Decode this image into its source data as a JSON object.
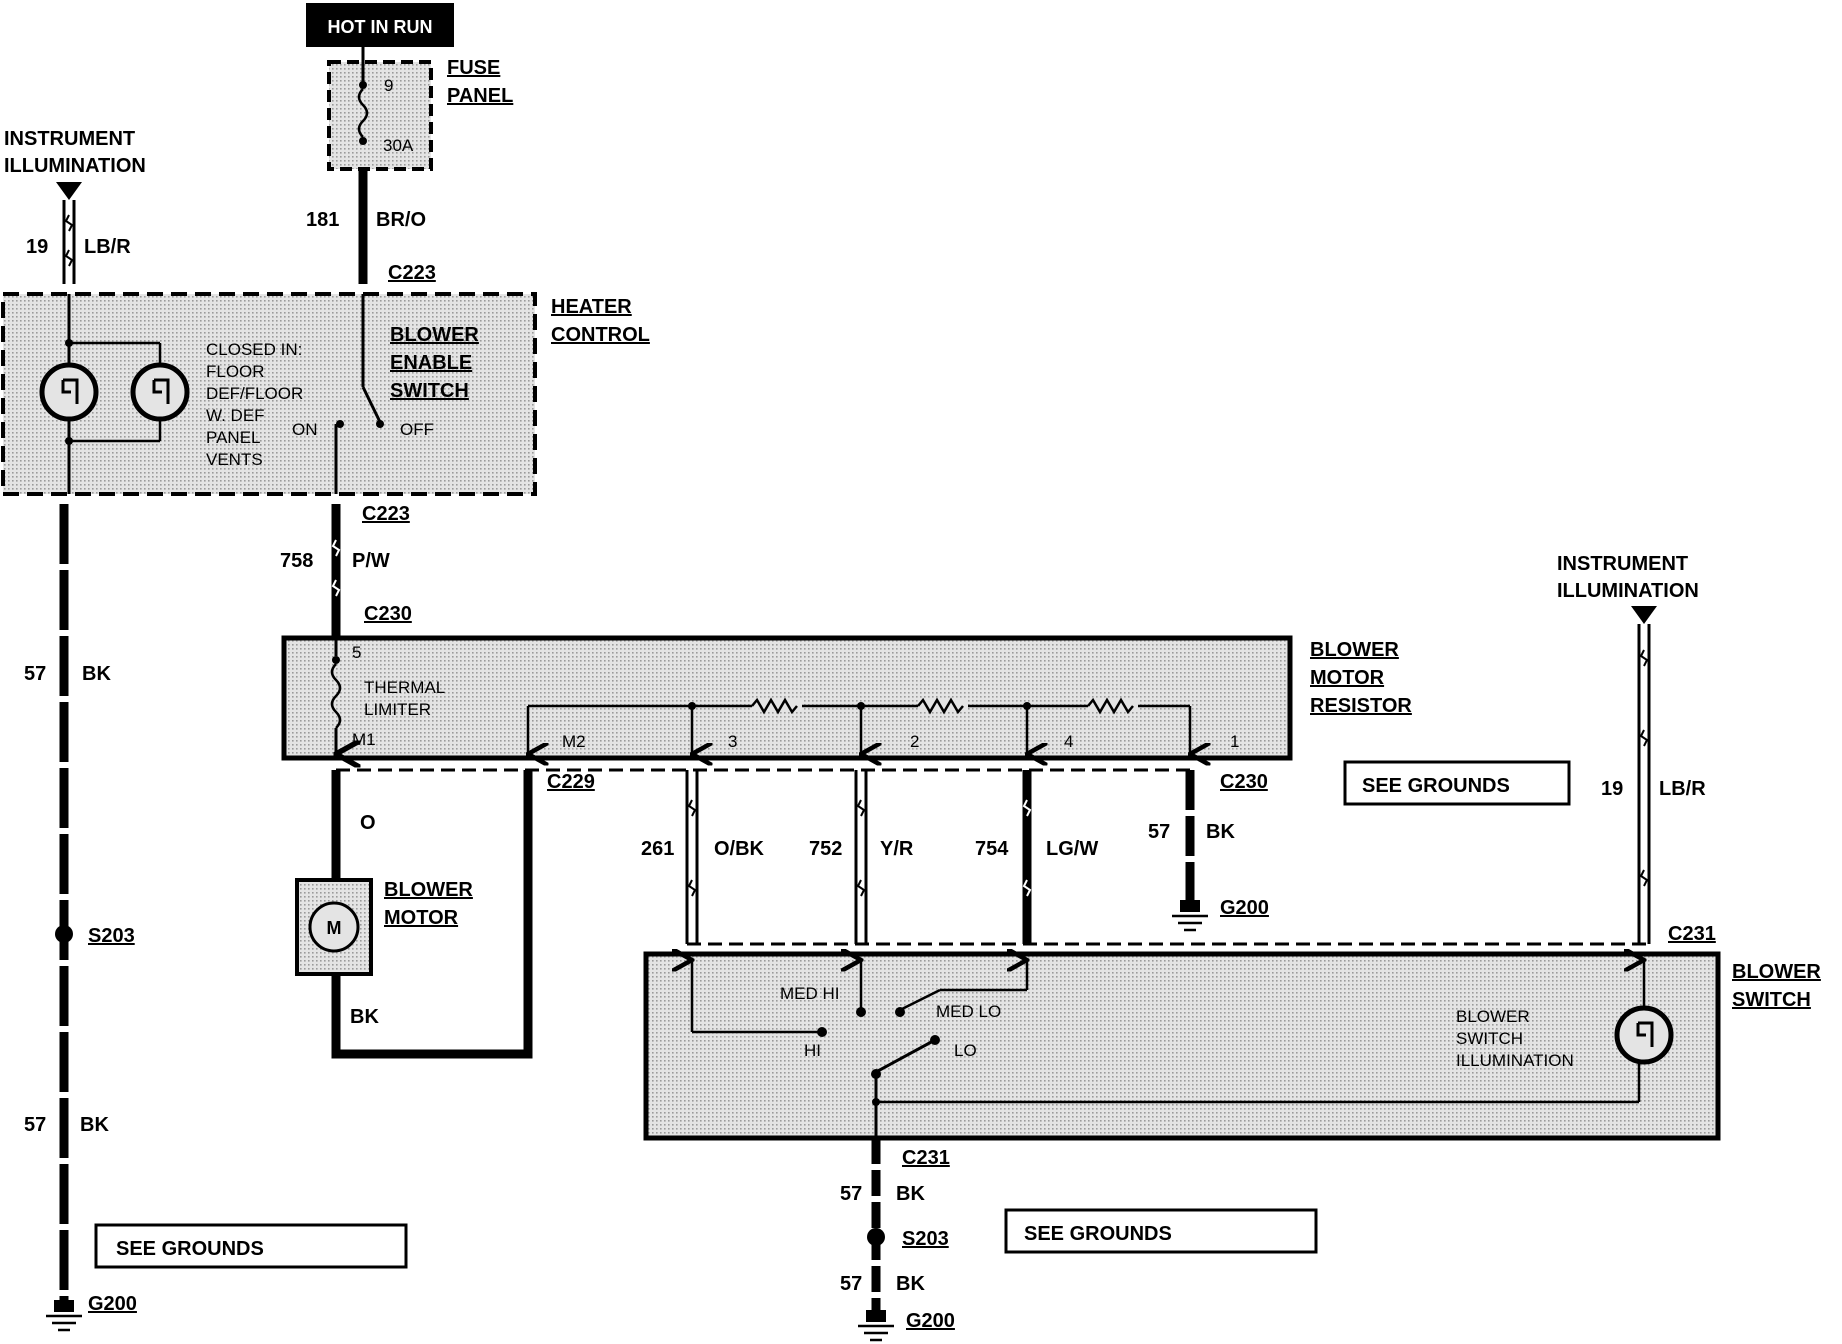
{
  "power": {
    "source": "HOT IN RUN",
    "fuse_num": "9",
    "fuse_rating": "30A",
    "panel": [
      "FUSE",
      "PANEL"
    ]
  },
  "illum_left": {
    "title": [
      "INSTRUMENT",
      "ILLUMINATION"
    ],
    "circuit": "19",
    "color": "LB/R"
  },
  "feed": {
    "circuit": "181",
    "color": "BR/O"
  },
  "connectors": {
    "c223_top": "C223",
    "c223_bot": "C223",
    "c230_top": "C230",
    "c229": "C229",
    "c230_right": "C230",
    "c231_top": "C231",
    "c231_bot": "C231"
  },
  "heater_control": {
    "title": [
      "HEATER",
      "CONTROL"
    ],
    "switch_title": [
      "BLOWER",
      "ENABLE",
      "SWITCH"
    ],
    "closed_in": [
      "CLOSED IN:",
      "FLOOR",
      "DEF/FLOOR",
      "W. DEF",
      "PANEL",
      "VENTS"
    ],
    "on": "ON",
    "off": "OFF"
  },
  "wire_758": {
    "circuit": "758",
    "color": "P/W"
  },
  "wire_57": {
    "circuit": "57",
    "color": "BK"
  },
  "resistor": {
    "title": [
      "BLOWER",
      "MOTOR",
      "RESISTOR"
    ],
    "thermal": [
      "THERMAL",
      "LIMITER"
    ],
    "pins": {
      "p5": "5",
      "m1": "M1",
      "m2": "M2",
      "p3": "3",
      "p2": "2",
      "p4": "4",
      "p1": "1"
    }
  },
  "motor": {
    "title": [
      "BLOWER",
      "MOTOR"
    ],
    "symbol": "M",
    "in_color": "O",
    "out_color": "BK"
  },
  "switch_wires": [
    {
      "circuit": "261",
      "color": "O/BK"
    },
    {
      "circuit": "752",
      "color": "Y/R"
    },
    {
      "circuit": "754",
      "color": "LG/W"
    }
  ],
  "ground_wire": {
    "circuit": "57",
    "color": "BK"
  },
  "splices": {
    "s203_left": "S203",
    "s203_bot": "S203"
  },
  "grounds": {
    "g200_res": "G200",
    "g200_left": "G200",
    "g200_bot": "G200"
  },
  "see_grounds": "SEE GROUNDS",
  "illum_right": {
    "title": [
      "INSTRUMENT",
      "ILLUMINATION"
    ],
    "circuit": "19",
    "color": "LB/R"
  },
  "blower_switch": {
    "title": [
      "BLOWER",
      "SWITCH"
    ],
    "illum": [
      "BLOWER",
      "SWITCH",
      "ILLUMINATION"
    ],
    "positions": {
      "med_hi": "MED HI",
      "med_lo": "MED LO",
      "hi": "HI",
      "lo": "LO"
    }
  },
  "colors": {
    "ink": "#000000",
    "shade": "#d9d9d9"
  },
  "icons": [
    "fuse-icon",
    "lamp-icon",
    "motor-icon",
    "ground-icon",
    "resistor-icon",
    "arrow-icon"
  ]
}
